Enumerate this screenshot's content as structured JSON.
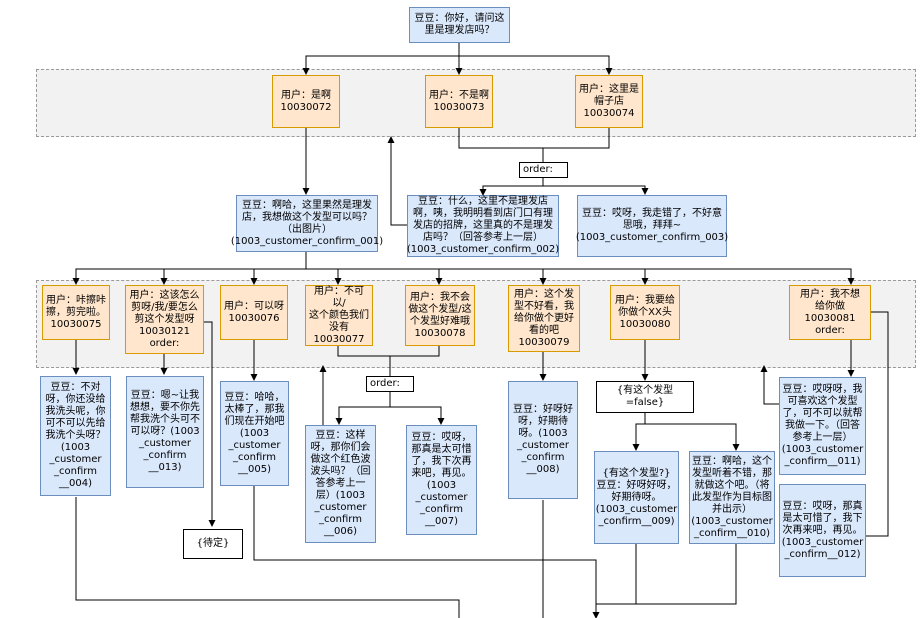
{
  "nodes": {
    "n_root": "豆豆：你好，请问这\n里是理发店吗？",
    "n_u72": "用户：是啊\n10030072",
    "n_u73": "用户：不是啊\n10030073",
    "n_u74": "用户：这里是\n帽子店\n10030074",
    "n_b001": "豆豆：啊哈，这里果然是理发\n店，我想做这个发型可以吗？\n（出图片）\n(1003_customer_confirm_001)",
    "n_b002": "豆豆：什么，这里不是理发店\n啊，咦，我明明看到店门口有理\n发店的招牌，这里真的不是理发\n店吗？（回答参考上一层）\n(1003_customer_confirm_002)",
    "n_b003": "豆豆：哎呀，我走错了，不好意\n思哦，拜拜~\n(1003_customer_confirm_003)",
    "n_u75": "用户：咔擦咔\n擦，剪完啦。\n10030075",
    "n_u121": "用户：这该怎么\n剪呀/我/要怎么\n剪这个发型呀\n10030121\norder:",
    "n_u76": "用户：可以呀\n10030076",
    "n_u77": "用户：不可以/\n这个颜色我们\n没有\n10030077",
    "n_u78": "用户：我不会\n做这个发型/这\n个发型好难哦\n10030078",
    "n_u79": "用户：这个发\n型不好看，我\n给你做个更好\n看的吧\n10030079",
    "n_u80": "用户：我要给\n你做个XX头\n10030080",
    "n_u81": "用户：我不想\n给你做\n10030081\norder:",
    "n_b004": "豆豆：不对\n呀，你还没给\n我洗头呢，你\n可不可以先给\n我洗个头呀？\n(1003\n_customer\n_confirm\n__004)",
    "n_b013": "豆豆：嗯~让我\n想想，要不你先\n帮我洗个头可不\n可以呀？(1003\n_customer\n_confirm\n__013)",
    "n_b005": "豆豆：哈哈，\n太棒了，那我\n们现在开始吧\n(1003\n_customer\n_confirm\n__005)",
    "n_b006": "豆豆：这样\n呀，那你们会\n做这个红色波\n波头吗？（回\n答参考上一\n层）(1003\n_customer\n_confirm\n__006)",
    "n_b007": "豆豆：哎呀，\n那真是太可惜\n了，我下次再\n来吧，再见。\n(1003\n_customer\n_confirm\n__007)",
    "n_b008": "豆豆：好呀好\n呀，好期待\n呀。(1003\n_customer\n_confirm\n__008)",
    "n_b009": "{有这个发型?}\n豆豆：好呀好呀，\n好期待呀。\n(1003_customer\n_confirm__009)",
    "n_b010": "豆豆：啊哈，这个\n发型听着不错，那\n就做这个吧。（将\n此发型作为目标图\n并出示）\n(1003_customer\n_confirm__010)",
    "n_b011": "豆豆：哎呀呀，我\n可喜欢这个发型\n了，可不可以就帮\n我做一下。（回答\n参考上一层）\n(1003_customer\n_confirm__011)",
    "n_b012": "豆豆：哎呀，那真\n是太可惜了，我下\n次再来吧，再见。\n(1003_customer\n_confirm__012)",
    "n_cond": "{有这个发型=false}",
    "n_pending": "{待定}"
  },
  "labels": {
    "order1": "order:",
    "order2": "order:"
  },
  "colors": {
    "bot_fill": "#dae8fc",
    "bot_border": "#6c8ebf",
    "user_fill": "#ffe6cc",
    "user_border": "#d79b00",
    "band_fill": "#f2f2f2",
    "line": "#000000"
  }
}
